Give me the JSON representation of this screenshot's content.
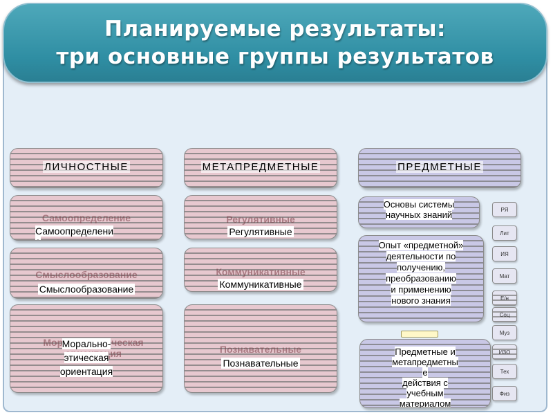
{
  "title": {
    "line1": "Планируемые результаты:",
    "line2": "три основные группы результатов"
  },
  "columns": {
    "personal": {
      "header": "ЛИЧНОСТНЫЕ",
      "items": [
        {
          "label": "Самоопределение",
          "text": "Самоопределени\nе"
        },
        {
          "label": "Смыслообразование",
          "text": "Смыслообразование"
        },
        {
          "label": "Морально-этическая ориентация",
          "text": "Морально-\nэтическая\nориентация"
        }
      ]
    },
    "metasubject": {
      "header": "МЕТАПРЕДМЕТНЫЕ",
      "items": [
        {
          "label": "Регулятивные",
          "text": "Регулятивные"
        },
        {
          "label": "Коммуникативные",
          "text": "Коммуникативные"
        },
        {
          "label": "Познавательные",
          "text": "Познавательные"
        }
      ]
    },
    "subject": {
      "header": "ПРЕДМЕТНЫЕ",
      "items": [
        {
          "text": "Основы системы\nнаучных знаний"
        },
        {
          "text": "Опыт «предметной»\nдеятельности по\nполучению,\nпреобразованию\nи применению\nнового знания"
        },
        {
          "text": "Предметные и\nметапредметны\nе\nдействия с\nучебным\nматериалом"
        }
      ],
      "tags": [
        "РЯ",
        "Лит",
        "ИЯ",
        "Мат",
        "Е/н",
        "Соц",
        "Муз",
        "ИЗО",
        "Тех",
        "Физ"
      ]
    }
  },
  "colors": {
    "title_bg": "#2f8ea3",
    "pink_box": "#e7c8cf",
    "lilac_box": "#c9c8e6",
    "frame_bg": "#e4eef7"
  }
}
